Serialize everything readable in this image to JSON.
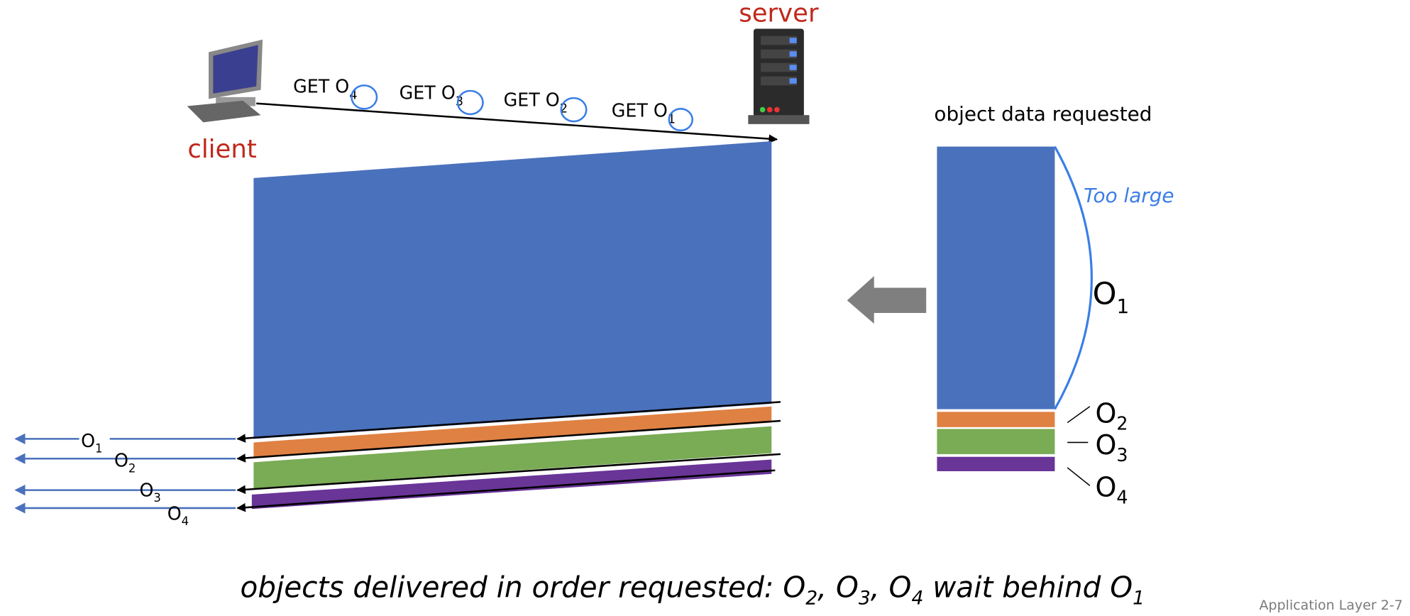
{
  "labels": {
    "server": "server",
    "client": "client",
    "object_data_requested": "object data requested",
    "too_large": "Too large",
    "caption_main": "objects delivered in order requested: O",
    "caption_parts": [
      "2",
      ", O",
      "3",
      ", O",
      "4",
      " wait behind O",
      "1"
    ],
    "footer": "Application Layer 2-7"
  },
  "requests": [
    {
      "prefix": "GET O",
      "sub": "4"
    },
    {
      "prefix": "GET O",
      "sub": "3"
    },
    {
      "prefix": "GET O",
      "sub": "2"
    },
    {
      "prefix": "GET O",
      "sub": "1"
    }
  ],
  "objects": [
    {
      "name": "O",
      "sub": "1",
      "color": "#4a71bc"
    },
    {
      "name": "O",
      "sub": "2",
      "color": "#df8143"
    },
    {
      "name": "O",
      "sub": "3",
      "color": "#7aab55"
    },
    {
      "name": "O",
      "sub": "4",
      "color": "#693597"
    }
  ],
  "colors": {
    "accent_red": "#c0281c",
    "handwriting": "#3a7ee6",
    "arrow_gray": "#7f7f7f",
    "left_arrow": "#4a71bc"
  }
}
